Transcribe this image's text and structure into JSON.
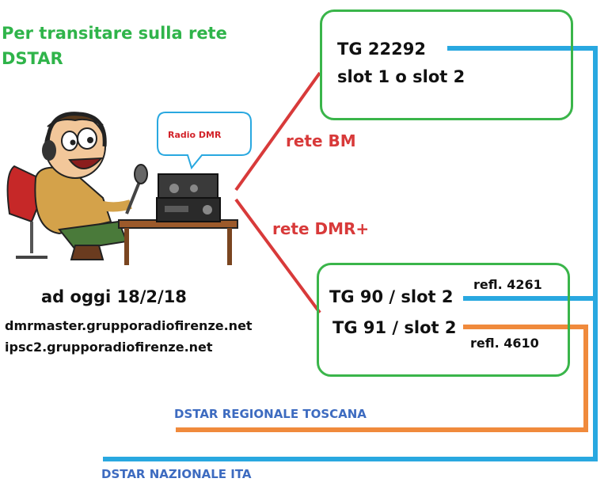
{
  "title": {
    "line1": "Per transitare sulla rete",
    "line2": "DSTAR"
  },
  "bubble": {
    "label": "Radio DMR"
  },
  "networks": {
    "bm": "rete BM",
    "dmrplus": "rete DMR+"
  },
  "box_top": {
    "line1": "TG 22292",
    "line2": "slot 1 o slot 2"
  },
  "box_bottom": {
    "line1": "TG 90 / slot 2",
    "line2": "TG 91 / slot 2",
    "refl1": "refl. 4261",
    "refl2": "refl. 4610"
  },
  "date": "ad oggi 18/2/18",
  "servers": [
    "dmrmaster.grupporadiofirenze.net",
    "ipsc2.grupporadiofirenze.net"
  ],
  "dstar": {
    "regional": "DSTAR REGIONALE TOSCANA",
    "national": "DSTAR NAZIONALE ITA"
  },
  "colors": {
    "green": "#3ab54a",
    "red": "#d83a3a",
    "blue": "#29a8e0",
    "orange": "#f08a3c",
    "label_blue": "#3d6bc0"
  },
  "icons": [
    "radio-operator-cartoon-icon",
    "speech-bubble-icon"
  ]
}
